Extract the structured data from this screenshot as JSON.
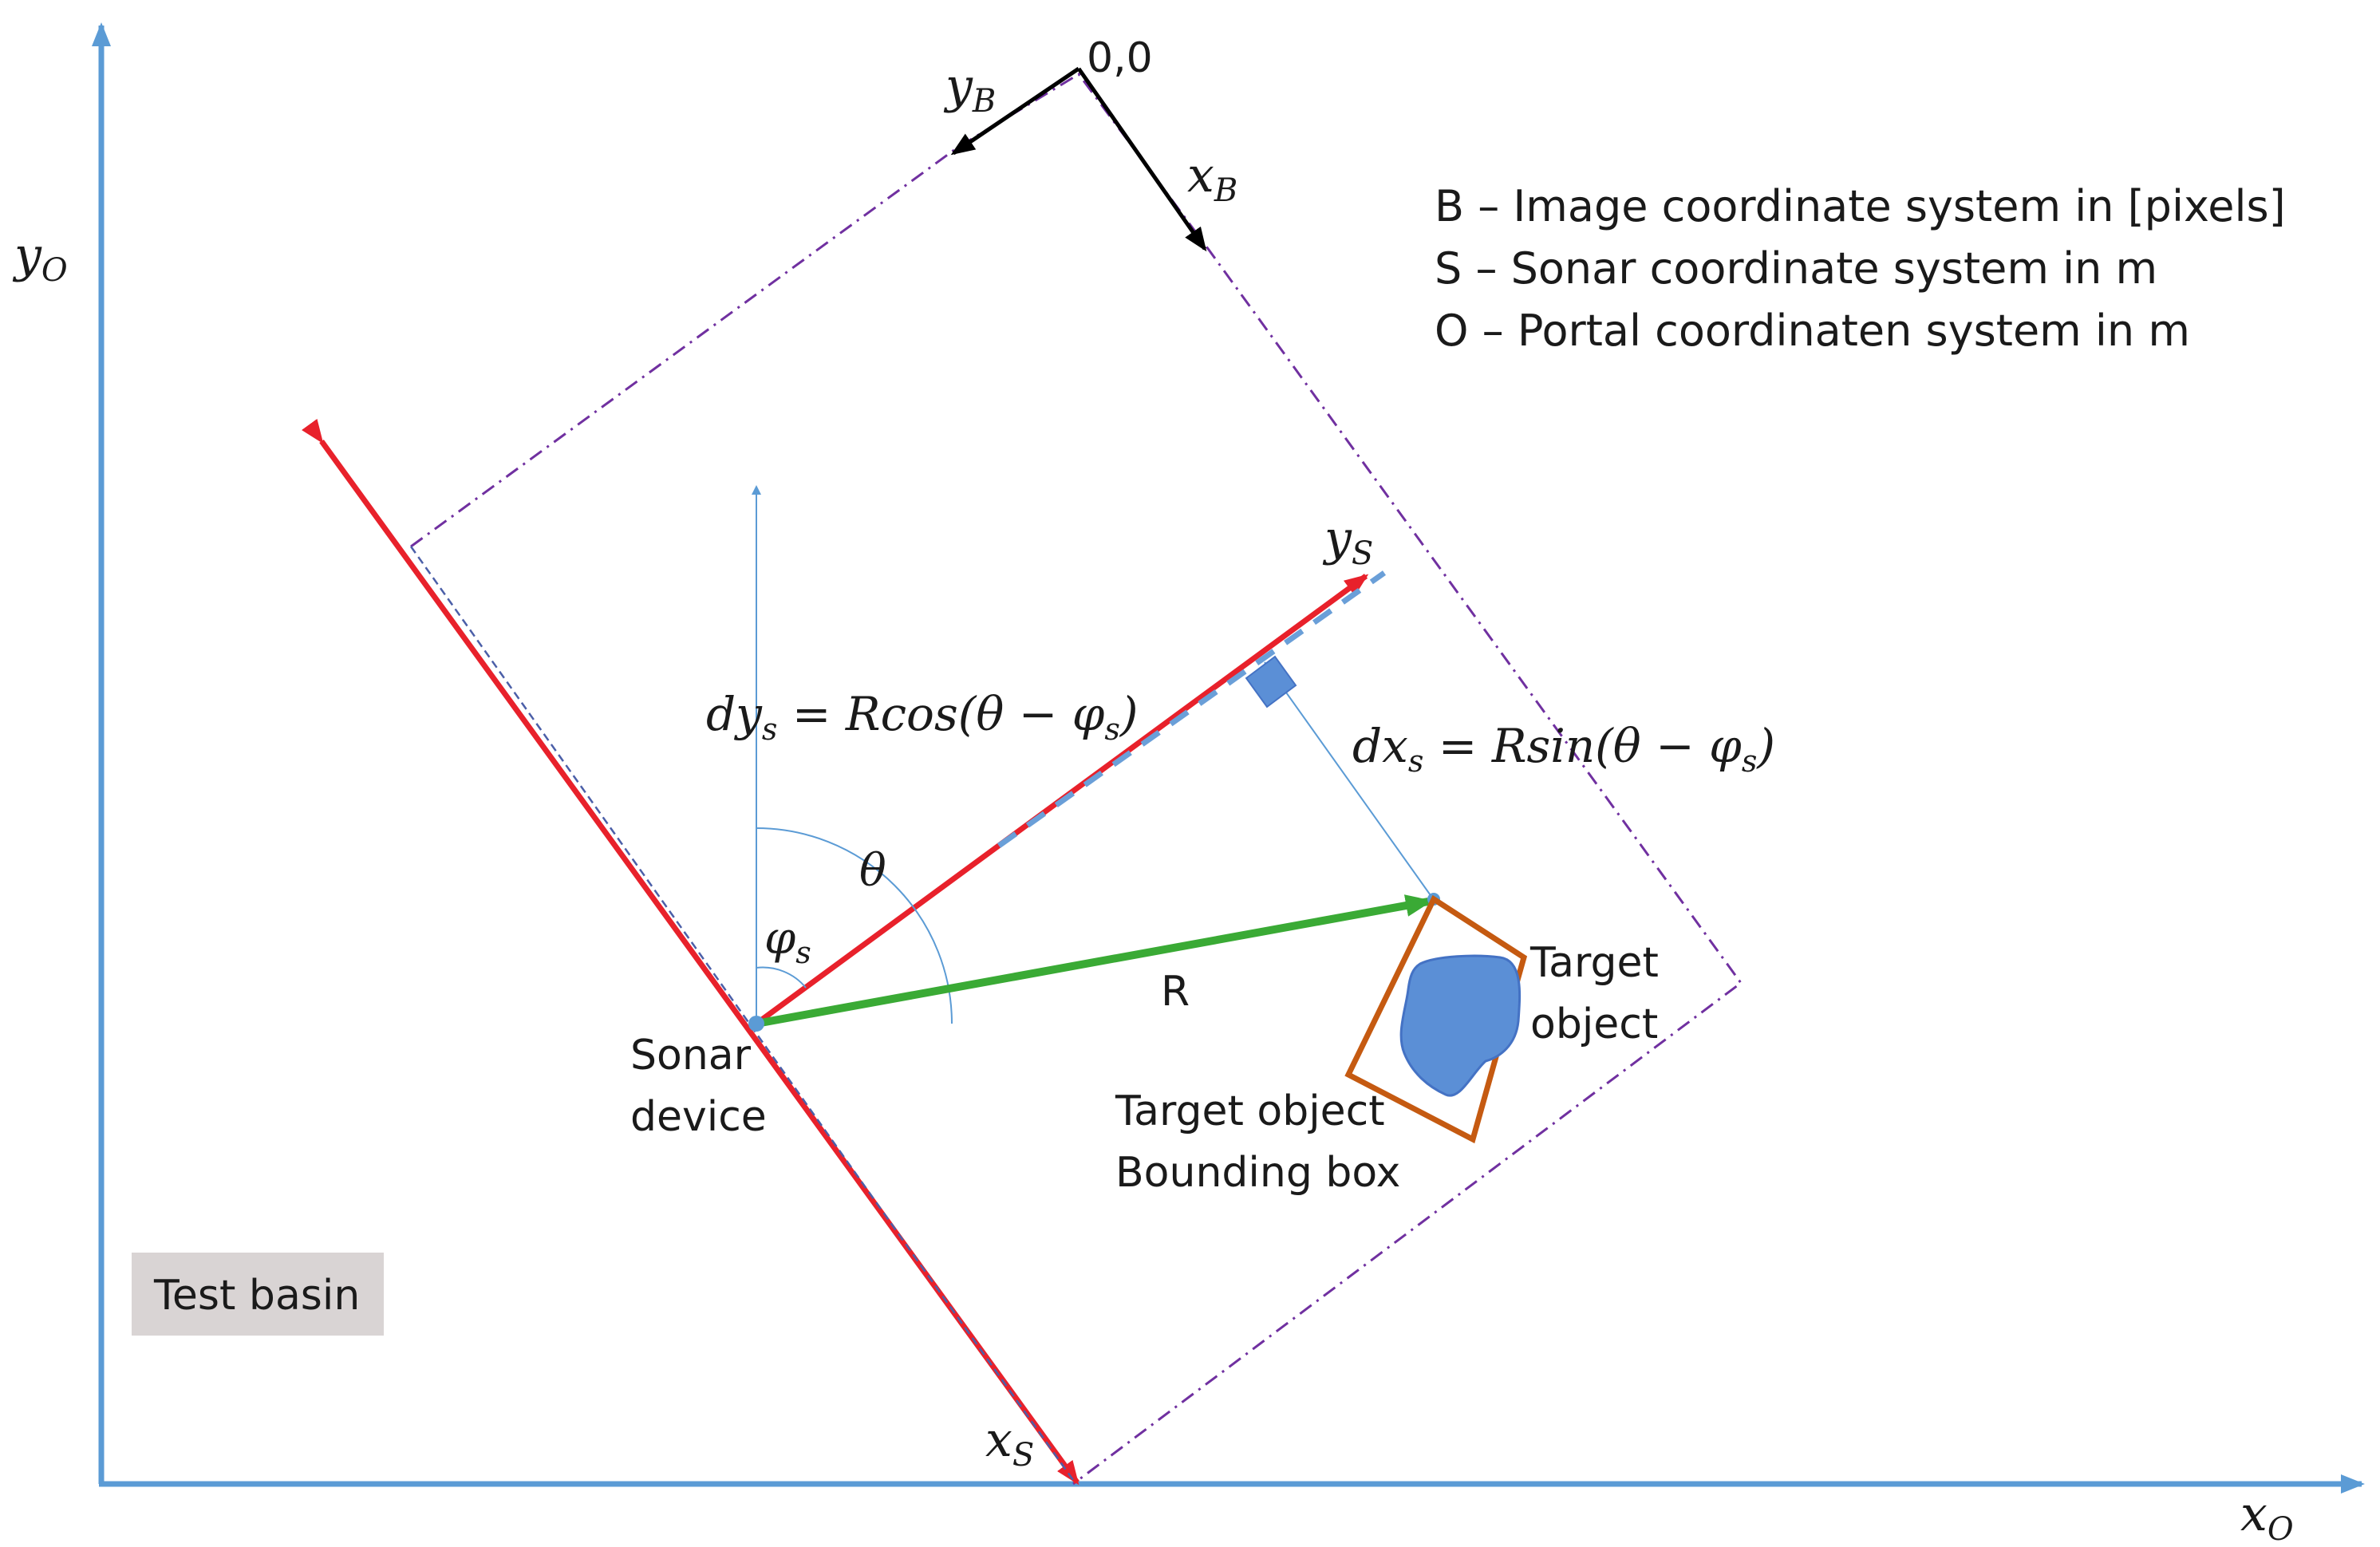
{
  "labels": {
    "origin": "0,0",
    "y_o": "y",
    "y_o_sub": "O",
    "x_o": "x",
    "x_o_sub": "O",
    "y_b": "y",
    "y_b_sub": "B",
    "x_b": "x",
    "x_b_sub": "B",
    "y_s": "y",
    "y_s_sub": "S",
    "x_s": "x",
    "x_s_sub": "S",
    "theta": "θ",
    "phi_s": "φ",
    "phi_s_sub": "s",
    "R": "R",
    "dy_eq_lhs": "dy",
    "dy_eq_sub": "s",
    "dy_eq_rhs": " = Rcos(θ − φ",
    "dy_eq_rhs_sub": "s",
    "dy_eq_close": ")",
    "dx_eq_lhs": "dx",
    "dx_eq_sub": "s",
    "dx_eq_rhs": " = Rsin(θ − φ",
    "dx_eq_rhs_sub": "s",
    "dx_eq_close": ")",
    "sonar_device_1": "Sonar",
    "sonar_device_2": "device",
    "target_object_1": "Target",
    "target_object_2": "object",
    "bbox_1": "Target object",
    "bbox_2": "Bounding box",
    "test_basin": "Test basin"
  },
  "legend": {
    "line1": "B – Image coordinate system in [pixels]",
    "line2": "S – Sonar coordinate system in m",
    "line3": "O – Portal coordinaten system in m"
  },
  "colors": {
    "axis_blue": "#5b9bd5",
    "red": "#e8212b",
    "green": "#3aaa35",
    "purple": "#7030a0",
    "brown": "#c55a11",
    "object_fill": "#5b8fd6",
    "basin_box": "#d9d4d4"
  }
}
